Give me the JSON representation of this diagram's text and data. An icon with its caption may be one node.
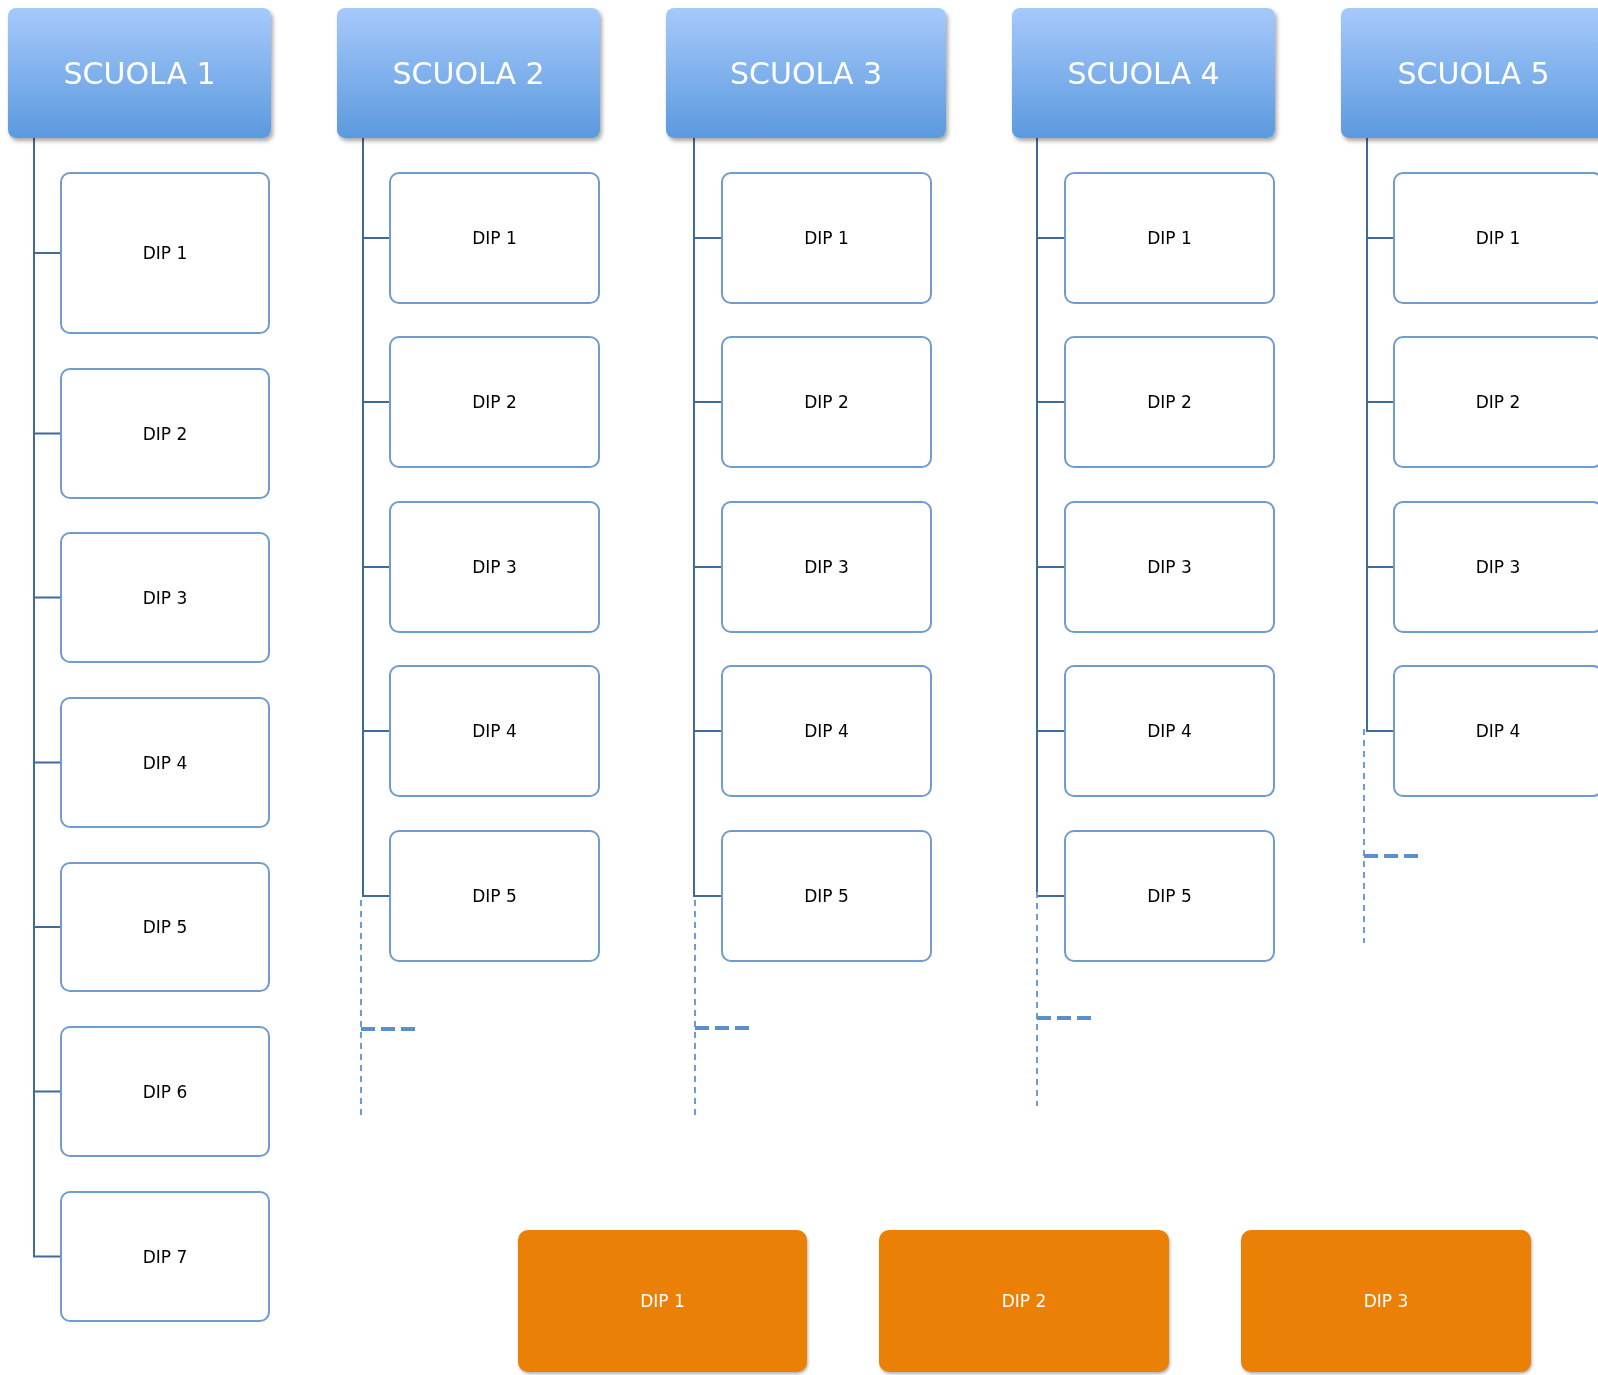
{
  "diagram": {
    "nodes": [
      {
        "text": [
          "SCUOLA 1"
        ]
      },
      {
        "text": [
          "DIP 1"
        ]
      },
      {
        "text": [
          "DIP 2"
        ]
      },
      {
        "text": [
          "DIP 3"
        ]
      },
      {
        "text": [
          "DIP 4"
        ]
      },
      {
        "text": [
          "DIP 5"
        ]
      },
      {
        "text": [
          "DIP 6"
        ]
      },
      {
        "text": [
          "DIP 7"
        ]
      },
      {
        "text": [
          "SCUOLA 2"
        ]
      },
      {
        "text": [
          "DIP 1"
        ]
      },
      {
        "text": [
          "DIP 2"
        ]
      },
      {
        "text": [
          "DIP 3"
        ]
      },
      {
        "text": [
          "DIP 4"
        ]
      },
      {
        "text": [
          "DIP 5"
        ]
      },
      {
        "text": [
          "SCUOLA 3"
        ]
      },
      {
        "text": [
          "DIP 1"
        ]
      },
      {
        "text": [
          "DIP 2"
        ]
      },
      {
        "text": [
          "DIP 3"
        ]
      },
      {
        "text": [
          "DIP 4"
        ]
      },
      {
        "text": [
          "DIP 5"
        ]
      },
      {
        "text": [
          "SCUOLA 4"
        ]
      },
      {
        "text": [
          "DIP 1"
        ]
      },
      {
        "text": [
          "DIP 2"
        ]
      },
      {
        "text": [
          "DIP 3"
        ]
      },
      {
        "text": [
          "DIP 4"
        ]
      },
      {
        "text": [
          "DIP 5"
        ]
      },
      {
        "text": [
          "SCUOLA 5"
        ]
      },
      {
        "text": [
          "DIP 1"
        ]
      },
      {
        "text": [
          "DIP 2"
        ]
      },
      {
        "text": [
          "DIP 3"
        ]
      },
      {
        "text": [
          "DIP 4"
        ]
      },
      {
        "text": [
          "DIP 1"
        ]
      },
      {
        "text": [
          "DIP 2"
        ]
      },
      {
        "text": [
          "DIP 3"
        ]
      }
    ],
    "edges": [
      {
        "from": 0,
        "to": 1,
        "arrow": "none"
      },
      {
        "from": 0,
        "to": 2,
        "arrow": "none"
      },
      {
        "from": 0,
        "to": 3,
        "arrow": "none"
      },
      {
        "from": 0,
        "to": 4,
        "arrow": "none"
      },
      {
        "from": 0,
        "to": 5,
        "arrow": "none"
      },
      {
        "from": 0,
        "to": 6,
        "arrow": "none"
      },
      {
        "from": 0,
        "to": 7,
        "arrow": "none"
      },
      {
        "from": 8,
        "to": 9,
        "arrow": "none"
      },
      {
        "from": 8,
        "to": 10,
        "arrow": "none"
      },
      {
        "from": 8,
        "to": 11,
        "arrow": "none"
      },
      {
        "from": 8,
        "to": 12,
        "arrow": "none"
      },
      {
        "from": 8,
        "to": 13,
        "arrow": "none"
      },
      {
        "from": 14,
        "to": 15,
        "arrow": "none"
      },
      {
        "from": 14,
        "to": 16,
        "arrow": "none"
      },
      {
        "from": 14,
        "to": 17,
        "arrow": "none"
      },
      {
        "from": 14,
        "to": 18,
        "arrow": "none"
      },
      {
        "from": 14,
        "to": 19,
        "arrow": "none"
      },
      {
        "from": 20,
        "to": 21,
        "arrow": "none"
      },
      {
        "from": 20,
        "to": 22,
        "arrow": "none"
      },
      {
        "from": 20,
        "to": 23,
        "arrow": "none"
      },
      {
        "from": 20,
        "to": 24,
        "arrow": "none"
      },
      {
        "from": 20,
        "to": 25,
        "arrow": "none"
      },
      {
        "from": 26,
        "to": 27,
        "arrow": "none"
      },
      {
        "from": 26,
        "to": 28,
        "arrow": "none"
      },
      {
        "from": 26,
        "to": 29,
        "arrow": "none"
      },
      {
        "from": 26,
        "to": 30,
        "arrow": "none"
      }
    ]
  }
}
